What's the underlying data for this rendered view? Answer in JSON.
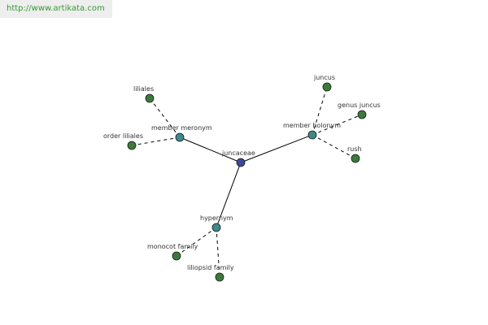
{
  "banner": {
    "url": "http://www.artikata.com"
  },
  "colors": {
    "center": "#3a4a9a",
    "relation": "#3e8a8a",
    "leaf": "#3c7a3c",
    "edge": "#000000",
    "banner_bg": "#eeeeee",
    "banner_text": "#339933"
  },
  "graph": {
    "center": {
      "label": "juncaceae"
    },
    "relations": [
      {
        "label": "member meronym",
        "leaves": [
          {
            "label": "liliales"
          },
          {
            "label": "order liliales"
          }
        ]
      },
      {
        "label": "member holonym",
        "leaves": [
          {
            "label": "juncus"
          },
          {
            "label": "genus juncus"
          },
          {
            "label": "rush"
          }
        ]
      },
      {
        "label": "hypernym",
        "leaves": [
          {
            "label": "monocot family"
          },
          {
            "label": "liliopsid family"
          }
        ]
      }
    ]
  }
}
